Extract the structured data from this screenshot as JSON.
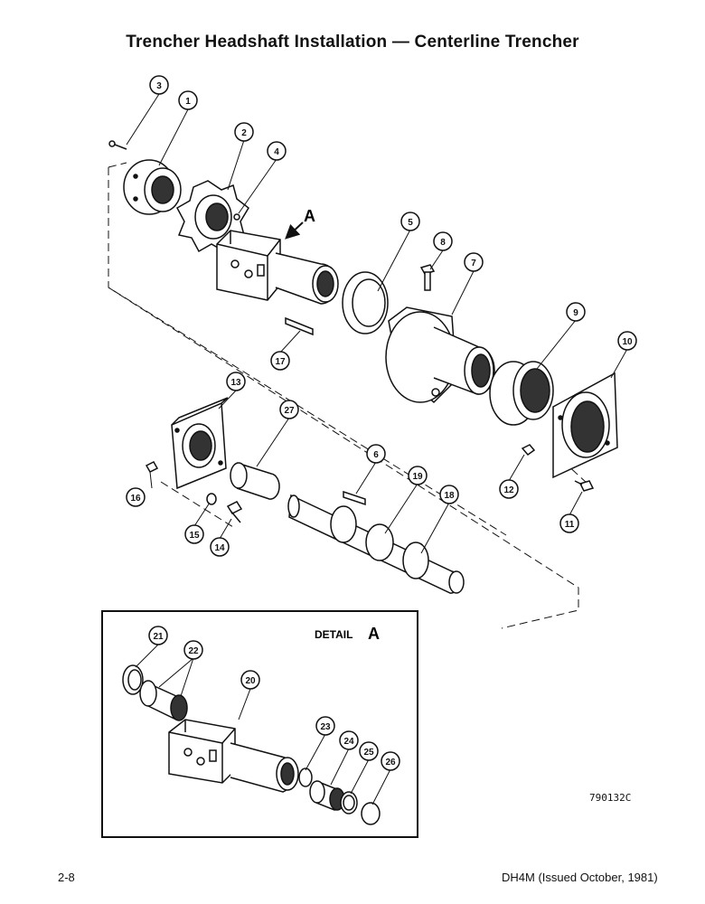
{
  "title": "Trencher Headshaft Installation — Centerline Trencher",
  "detail": {
    "label": "DETAIL",
    "letter": "A"
  },
  "view_marker": "A",
  "callouts": [
    "1",
    "2",
    "3",
    "4",
    "5",
    "6",
    "7",
    "8",
    "9",
    "10",
    "11",
    "12",
    "13",
    "14",
    "15",
    "16",
    "17",
    "18",
    "19",
    "20",
    "21",
    "22",
    "23",
    "24",
    "25",
    "26",
    "27"
  ],
  "figure_number": "790132C",
  "footer": {
    "page": "2-8",
    "doc": "DH4M (Issued October, 1981)"
  }
}
